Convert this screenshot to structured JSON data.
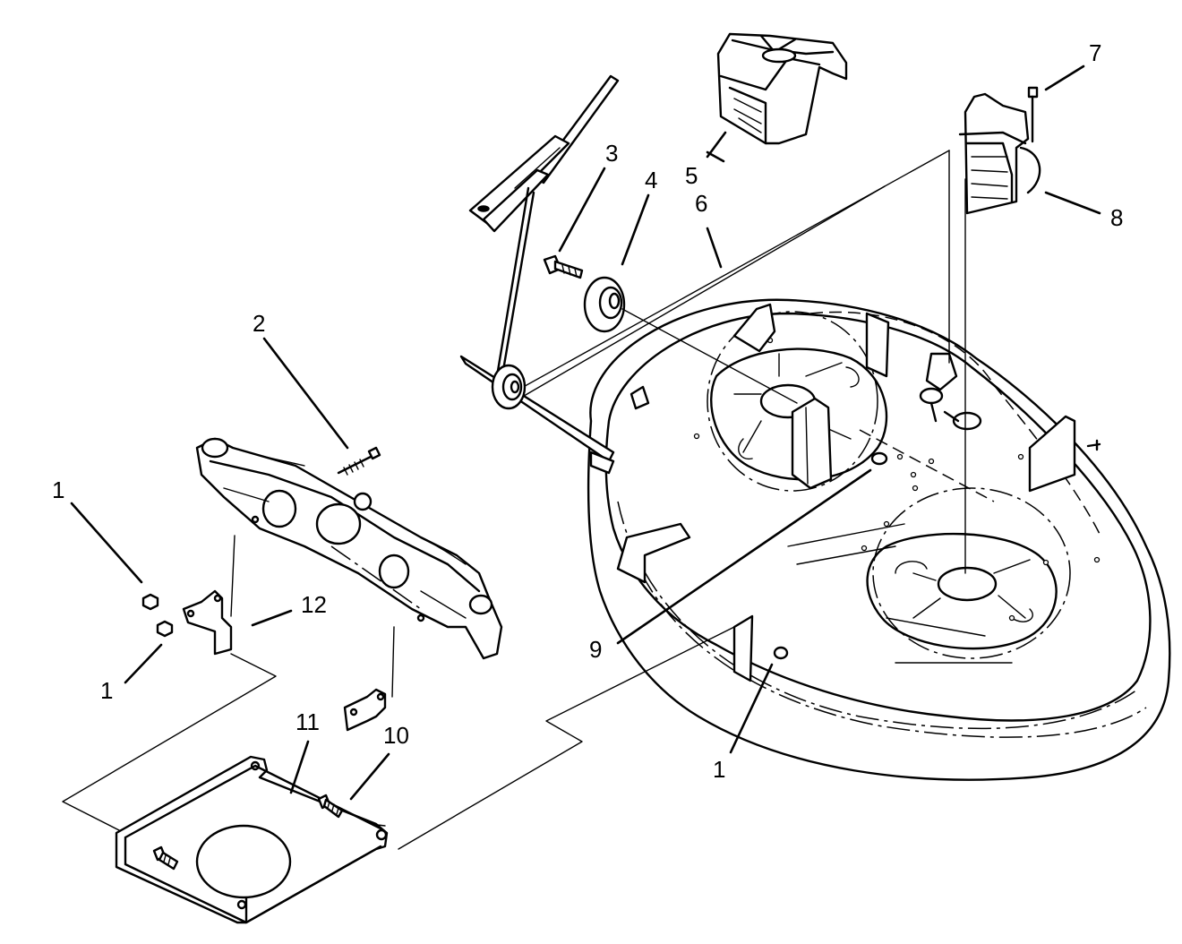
{
  "callouts": [
    {
      "id": "1a",
      "text": "1"
    },
    {
      "id": "1b",
      "text": "1"
    },
    {
      "id": "1c",
      "text": "1"
    },
    {
      "id": "2",
      "text": "2"
    },
    {
      "id": "3",
      "text": "3"
    },
    {
      "id": "4",
      "text": "4"
    },
    {
      "id": "5",
      "text": "5"
    },
    {
      "id": "6",
      "text": "6"
    },
    {
      "id": "7",
      "text": "7"
    },
    {
      "id": "8",
      "text": "8"
    },
    {
      "id": "9",
      "text": "9"
    },
    {
      "id": "10",
      "text": "10"
    },
    {
      "id": "11",
      "text": "11"
    },
    {
      "id": "12",
      "text": "12"
    }
  ]
}
